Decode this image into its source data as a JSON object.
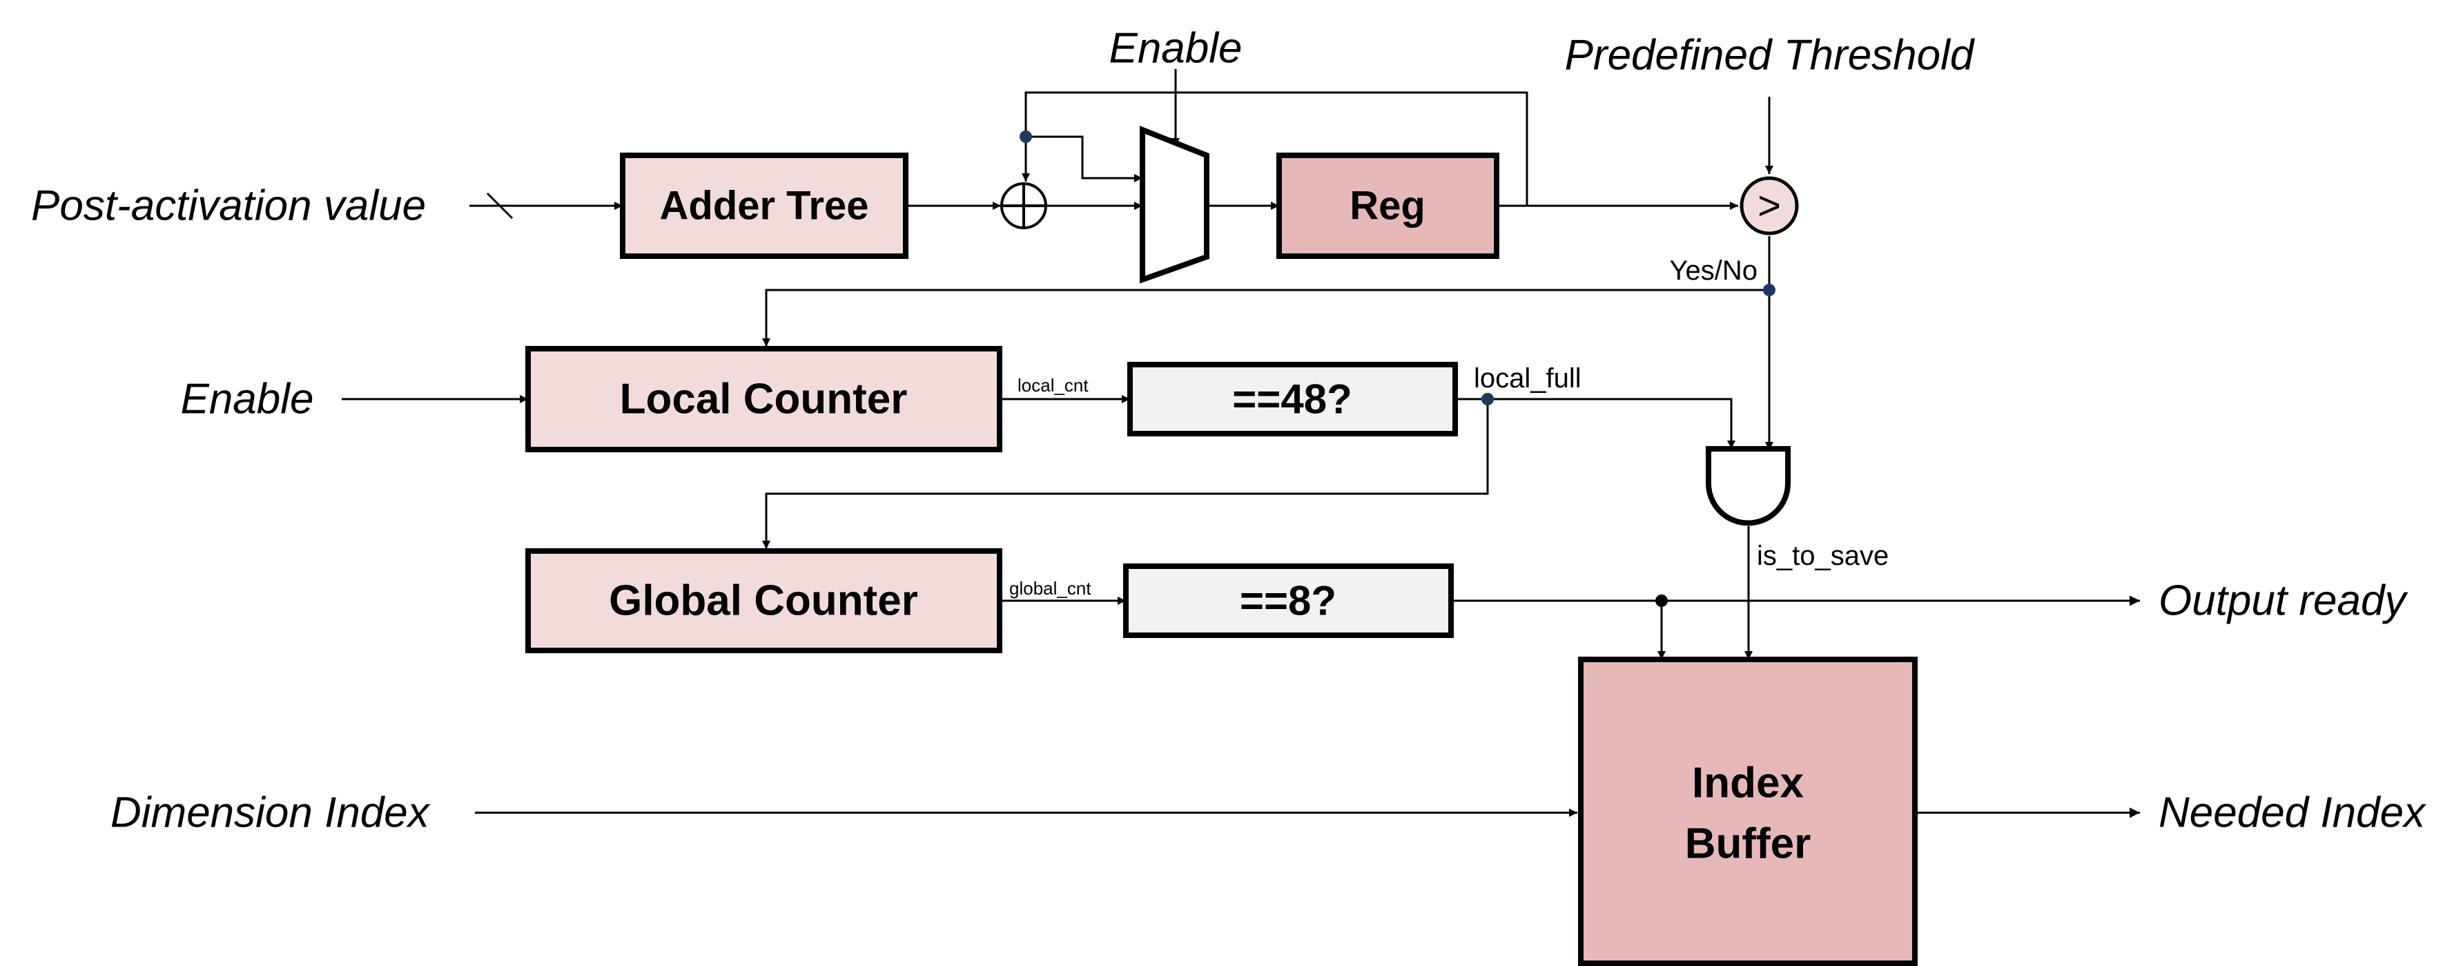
{
  "inputs": {
    "post_activation": "Post-activation value",
    "enable_mux": "Enable",
    "predefined_threshold": "Predefined Threshold",
    "enable_counter": "Enable",
    "dimension_index": "Dimension Index"
  },
  "outputs": {
    "output_ready": "Output ready",
    "needed_index": "Needed Index"
  },
  "blocks": {
    "adder_tree": "Adder Tree",
    "reg": "Reg",
    "local_counter": "Local Counter",
    "cmp48": "==48?",
    "global_counter": "Global Counter",
    "cmp8": "==8?",
    "index_buffer_line1": "Index",
    "index_buffer_line2": "Buffer"
  },
  "signals": {
    "yes_no": "Yes/No",
    "local_cnt": "local_cnt",
    "local_full": "local_full",
    "global_cnt": "global_cnt",
    "is_to_save": "is_to_save"
  },
  "comparator_symbol": ">",
  "colors": {
    "block_light": "#f2dcdb",
    "block_dark": "#e6b9b8",
    "block_compare": "#f2f2f2",
    "junction": "#1f3864"
  }
}
